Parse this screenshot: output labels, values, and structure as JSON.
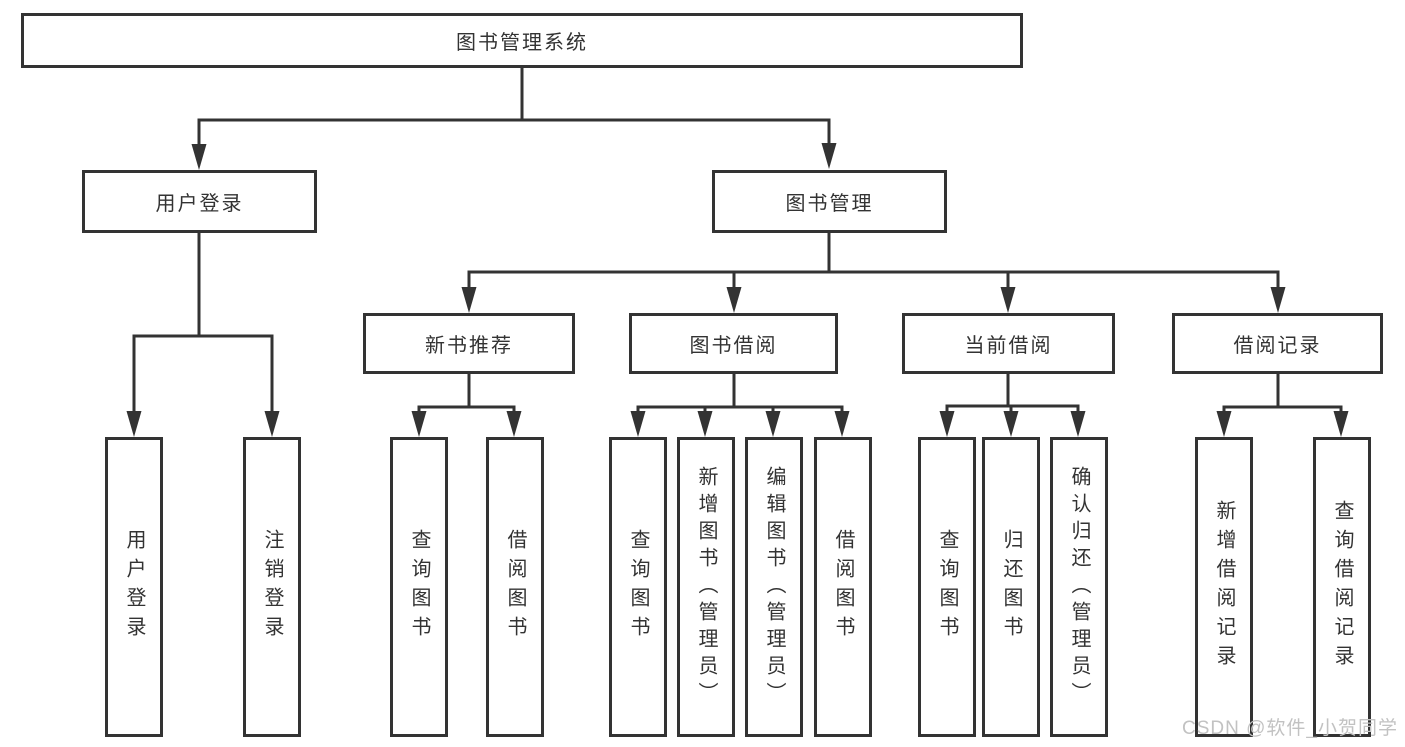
{
  "diagram": {
    "title": "图书管理系统",
    "root": {
      "label": "图书管理系统"
    },
    "level2": [
      {
        "id": "user-login",
        "label": "用户登录"
      },
      {
        "id": "book-management",
        "label": "图书管理"
      }
    ],
    "level3": [
      {
        "id": "new-book-recommend",
        "label": "新书推荐"
      },
      {
        "id": "book-borrow",
        "label": "图书借阅"
      },
      {
        "id": "current-borrow",
        "label": "当前借阅"
      },
      {
        "id": "borrow-record",
        "label": "借阅记录"
      }
    ],
    "leaves": {
      "user_login": [
        {
          "label": "用户登录"
        },
        {
          "label": "注销登录"
        }
      ],
      "new_book_recommend": [
        {
          "label": "查询图书"
        },
        {
          "label": "借阅图书"
        }
      ],
      "book_borrow": [
        {
          "label": "查询图书"
        },
        {
          "label": "新增图书（管理员）"
        },
        {
          "label": "编辑图书（管理员）"
        },
        {
          "label": "借阅图书"
        }
      ],
      "current_borrow": [
        {
          "label": "查询图书"
        },
        {
          "label": "归还图书"
        },
        {
          "label": "确认归还（管理员）"
        }
      ],
      "borrow_record": [
        {
          "label": "新增借阅记录"
        },
        {
          "label": "查询借阅记录"
        }
      ]
    }
  },
  "watermark": {
    "text": "CSDN @软件_小贺同学"
  },
  "colors": {
    "line": "#333333",
    "box_border": "#333333",
    "text": "#333333",
    "watermark": "#c2c2c2",
    "background": "#ffffff"
  }
}
